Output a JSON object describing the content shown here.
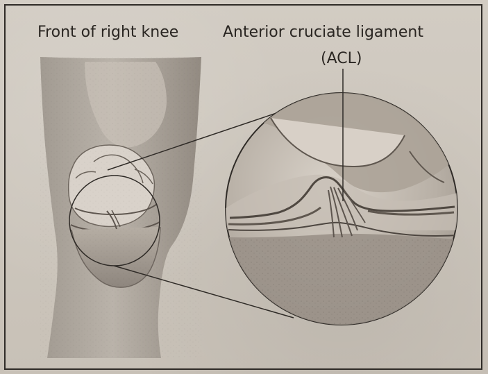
{
  "labels": {
    "left": "Front of right knee",
    "acl_main": "Anterior cruciate ligament",
    "acl_abbr": "(ACL)"
  }
}
